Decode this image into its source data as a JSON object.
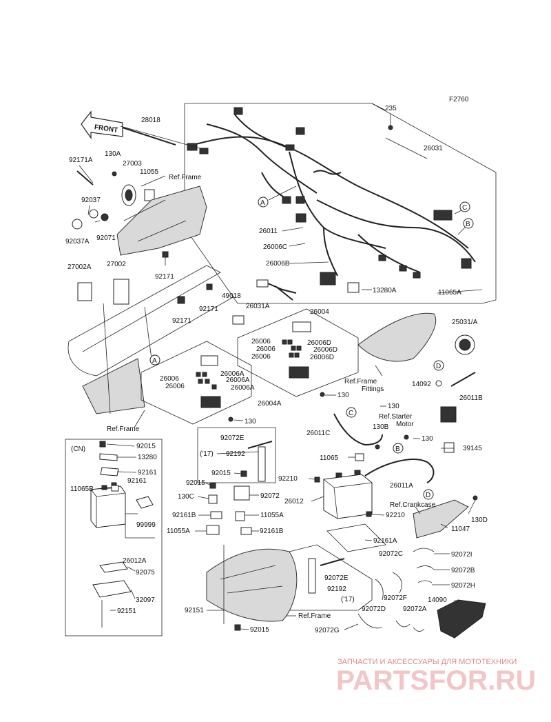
{
  "figure_code": "F2760",
  "front_label": "FRONT",
  "labels": [
    {
      "id": "l-28018",
      "text": "28018"
    },
    {
      "id": "l-235",
      "text": "235"
    },
    {
      "id": "l-26031",
      "text": "26031"
    },
    {
      "id": "l-92171A",
      "text": "92171A"
    },
    {
      "id": "l-130A",
      "text": "130A"
    },
    {
      "id": "l-27003",
      "text": "27003"
    },
    {
      "id": "l-11055",
      "text": "11055"
    },
    {
      "id": "l-refframe1",
      "text": "Ref.Frame"
    },
    {
      "id": "l-92037",
      "text": "92037"
    },
    {
      "id": "l-92071",
      "text": "92071"
    },
    {
      "id": "l-92037A",
      "text": "92037A"
    },
    {
      "id": "l-26011",
      "text": "26011"
    },
    {
      "id": "l-26006C",
      "text": "26006C"
    },
    {
      "id": "l-26006B",
      "text": "26006B"
    },
    {
      "id": "l-13280A",
      "text": "13280A"
    },
    {
      "id": "l-11065A",
      "text": "11065A"
    },
    {
      "id": "l-27002A",
      "text": "27002A"
    },
    {
      "id": "l-27002",
      "text": "27002"
    },
    {
      "id": "l-92171a",
      "text": "92171"
    },
    {
      "id": "l-92171b",
      "text": "92171"
    },
    {
      "id": "l-92171c",
      "text": "92171"
    },
    {
      "id": "l-49018",
      "text": "49018"
    },
    {
      "id": "l-26031A",
      "text": "26031A"
    },
    {
      "id": "l-26004",
      "text": "26004"
    },
    {
      "id": "l-25031A",
      "text": "25031/A"
    },
    {
      "id": "l-26006a",
      "text": "26006"
    },
    {
      "id": "l-26006Da",
      "text": "26006D"
    },
    {
      "id": "l-26006b",
      "text": "26006"
    },
    {
      "id": "l-26006Db",
      "text": "26006D"
    },
    {
      "id": "l-26006c",
      "text": "26006"
    },
    {
      "id": "l-26006Dc",
      "text": "26006D"
    },
    {
      "id": "l-refframefit",
      "text": "Ref.Frame"
    },
    {
      "id": "l-fittings",
      "text": "Fittings"
    },
    {
      "id": "l-26006d",
      "text": "26006"
    },
    {
      "id": "l-26006Aa",
      "text": "26006A"
    },
    {
      "id": "l-26006Ab",
      "text": "26006A"
    },
    {
      "id": "l-26006e",
      "text": "26006"
    },
    {
      "id": "l-26006Ac",
      "text": "26006A"
    },
    {
      "id": "l-14092",
      "text": "14092"
    },
    {
      "id": "l-26011B",
      "text": "26011B"
    },
    {
      "id": "l-130a",
      "text": "130"
    },
    {
      "id": "l-26004A",
      "text": "26004A"
    },
    {
      "id": "l-130b",
      "text": "130"
    },
    {
      "id": "l-130c",
      "text": "130"
    },
    {
      "id": "l-refframe2",
      "text": "Ref.Frame"
    },
    {
      "id": "l-refstarter",
      "text": "Ref.Starter"
    },
    {
      "id": "l-motor",
      "text": "Motor"
    },
    {
      "id": "l-26011C",
      "text": "26011C"
    },
    {
      "id": "l-130B",
      "text": "130B"
    },
    {
      "id": "l-130d",
      "text": "130"
    },
    {
      "id": "l-92072E",
      "text": "92072E"
    },
    {
      "id": "l-17a",
      "text": "('17)"
    },
    {
      "id": "l-92192",
      "text": "92192"
    },
    {
      "id": "l-11065",
      "text": "11065"
    },
    {
      "id": "l-39145",
      "text": "39145"
    },
    {
      "id": "l-cn",
      "text": "(CN)"
    },
    {
      "id": "l-92015a",
      "text": "92015"
    },
    {
      "id": "l-13280",
      "text": "13280"
    },
    {
      "id": "l-92161a",
      "text": "92161"
    },
    {
      "id": "l-92161b",
      "text": "92161"
    },
    {
      "id": "l-11065B",
      "text": "11065B"
    },
    {
      "id": "l-92015b",
      "text": "92015"
    },
    {
      "id": "l-92015c",
      "text": "92015"
    },
    {
      "id": "l-92072",
      "text": "92072"
    },
    {
      "id": "l-92210a",
      "text": "92210"
    },
    {
      "id": "l-26011A",
      "text": "26011A"
    },
    {
      "id": "l-26012",
      "text": "26012"
    },
    {
      "id": "l-130C",
      "text": "130C"
    },
    {
      "id": "l-refcrank",
      "text": "Ref.Crankcase"
    },
    {
      "id": "l-130D",
      "text": "130D"
    },
    {
      "id": "l-92161B",
      "text": "92161B"
    },
    {
      "id": "l-11055A",
      "text": "11055A"
    },
    {
      "id": "l-92210b",
      "text": "92210"
    },
    {
      "id": "l-11047",
      "text": "11047"
    },
    {
      "id": "l-99999",
      "text": "99999"
    },
    {
      "id": "l-11055Ab",
      "text": "11055A"
    },
    {
      "id": "l-92161Bb",
      "text": "92161B"
    },
    {
      "id": "l-92161A",
      "text": "92161A"
    },
    {
      "id": "l-26012A",
      "text": "26012A"
    },
    {
      "id": "l-92072C",
      "text": "92072C"
    },
    {
      "id": "l-92072I",
      "text": "92072I"
    },
    {
      "id": "l-92075",
      "text": "92075"
    },
    {
      "id": "l-92072B",
      "text": "92072B"
    },
    {
      "id": "l-92072Eb",
      "text": "92072E"
    },
    {
      "id": "l-92192b",
      "text": "92192"
    },
    {
      "id": "l-17b",
      "text": "('17)"
    },
    {
      "id": "l-92072H",
      "text": "92072H"
    },
    {
      "id": "l-32097",
      "text": "32097"
    },
    {
      "id": "l-92072F",
      "text": "92072F"
    },
    {
      "id": "l-14090",
      "text": "14090"
    },
    {
      "id": "l-92151a",
      "text": "92151"
    },
    {
      "id": "l-92072D",
      "text": "92072D"
    },
    {
      "id": "l-92072A",
      "text": "92072A"
    },
    {
      "id": "l-92151b",
      "text": "92151"
    },
    {
      "id": "l-refframe3",
      "text": "Ref.Frame"
    },
    {
      "id": "l-92015d",
      "text": "92015"
    },
    {
      "id": "l-92072G",
      "text": "92072G"
    }
  ],
  "callouts": [
    "A",
    "A",
    "B",
    "B",
    "C",
    "C",
    "D",
    "D"
  ],
  "watermark": {
    "tagline": "ЗАПЧАСТИ И АКСЕССУАРЫ ДЛЯ МОТОТЕХНИКИ",
    "logo": "PARTSFOR.RU"
  }
}
